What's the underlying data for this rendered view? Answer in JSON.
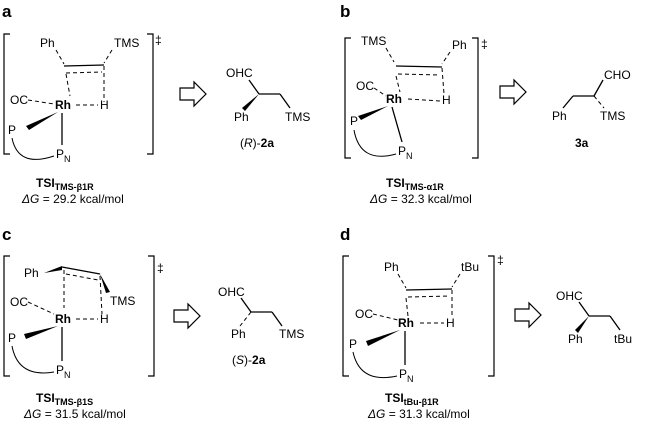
{
  "panels": [
    {
      "letter": "a",
      "ts": {
        "substituent_left": "Ph",
        "substituent_right": "TMS",
        "co": "OC",
        "metal": "Rh",
        "hydride": "H",
        "phosphine": "P",
        "nitrogen_p": "P",
        "nitrogen_sub": "N",
        "double_dagger": "‡"
      },
      "ts_label_main": "TSI",
      "ts_label_sub": "TMS-β1R",
      "energy_prefix": "ΔG",
      "energy_value": " = 29.2 kcal/mol",
      "product": {
        "aldehyde": "OHC",
        "aryl": "Ph",
        "tail": "TMS",
        "label_open": "(",
        "label_config": "R",
        "label_close": ")-",
        "label_compound": "2a"
      }
    },
    {
      "letter": "b",
      "ts": {
        "substituent_left": "TMS",
        "substituent_right": "Ph",
        "co": "OC",
        "metal": "Rh",
        "hydride": "H",
        "phosphine": "P",
        "nitrogen_p": "P",
        "nitrogen_sub": "N",
        "double_dagger": "‡"
      },
      "ts_label_main": "TSI",
      "ts_label_sub": "TMS-α1R",
      "energy_prefix": "ΔG",
      "energy_value": " = 32.3 kcal/mol",
      "product": {
        "aldehyde": "CHO",
        "aryl": "Ph",
        "tail": "TMS",
        "label_compound": "3a"
      }
    },
    {
      "letter": "c",
      "ts": {
        "substituent_left": "Ph",
        "substituent_right": "TMS",
        "co": "OC",
        "metal": "Rh",
        "hydride": "H",
        "phosphine": "P",
        "nitrogen_p": "P",
        "nitrogen_sub": "N",
        "double_dagger": "‡"
      },
      "ts_label_main": "TSI",
      "ts_label_sub": "TMS-β1S",
      "energy_prefix": "ΔG",
      "energy_value": " = 31.5 kcal/mol",
      "product": {
        "aldehyde": "OHC",
        "aryl": "Ph",
        "tail": "TMS",
        "label_open": "(",
        "label_config": "S",
        "label_close": ")-",
        "label_compound": "2a"
      }
    },
    {
      "letter": "d",
      "ts": {
        "substituent_left": "Ph",
        "substituent_right": "tBu",
        "co": "OC",
        "metal": "Rh",
        "hydride": "H",
        "phosphine": "P",
        "nitrogen_p": "P",
        "nitrogen_sub": "N",
        "double_dagger": "‡"
      },
      "ts_label_main": "TSI",
      "ts_label_sub": "tBu-β1R",
      "energy_prefix": "ΔG",
      "energy_value": " = 31.3 kcal/mol",
      "product": {
        "aldehyde": "OHC",
        "aryl": "Ph",
        "tail": "tBu"
      }
    }
  ]
}
